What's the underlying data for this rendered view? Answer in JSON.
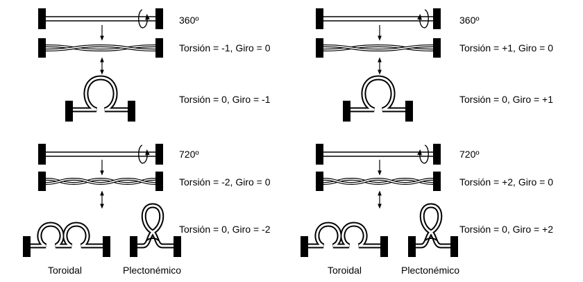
{
  "panels": [
    {
      "id": "top-left",
      "angle": "360º",
      "twisted": "Torsión = -1, Giro = 0",
      "coiled": "Torsión = 0, Giro = -1"
    },
    {
      "id": "top-right",
      "angle": "360º",
      "twisted": "Torsión = +1, Giro = 0",
      "coiled": "Torsión = 0, Giro = +1"
    },
    {
      "id": "bottom-left",
      "angle": "720º",
      "twisted": "Torsión = -2, Giro = 0",
      "coiled": "Torsión = 0, Giro = -2",
      "toroidal": "Toroidal",
      "plectonemic": "Plectonémico"
    },
    {
      "id": "bottom-right",
      "angle": "720º",
      "twisted": "Torsión = +2, Giro = 0",
      "coiled": "Torsión = 0, Giro = +2",
      "toroidal": "Toroidal",
      "plectonemic": "Plectonémico"
    }
  ],
  "colors": {
    "ink": "#000000",
    "background": "#ffffff"
  }
}
